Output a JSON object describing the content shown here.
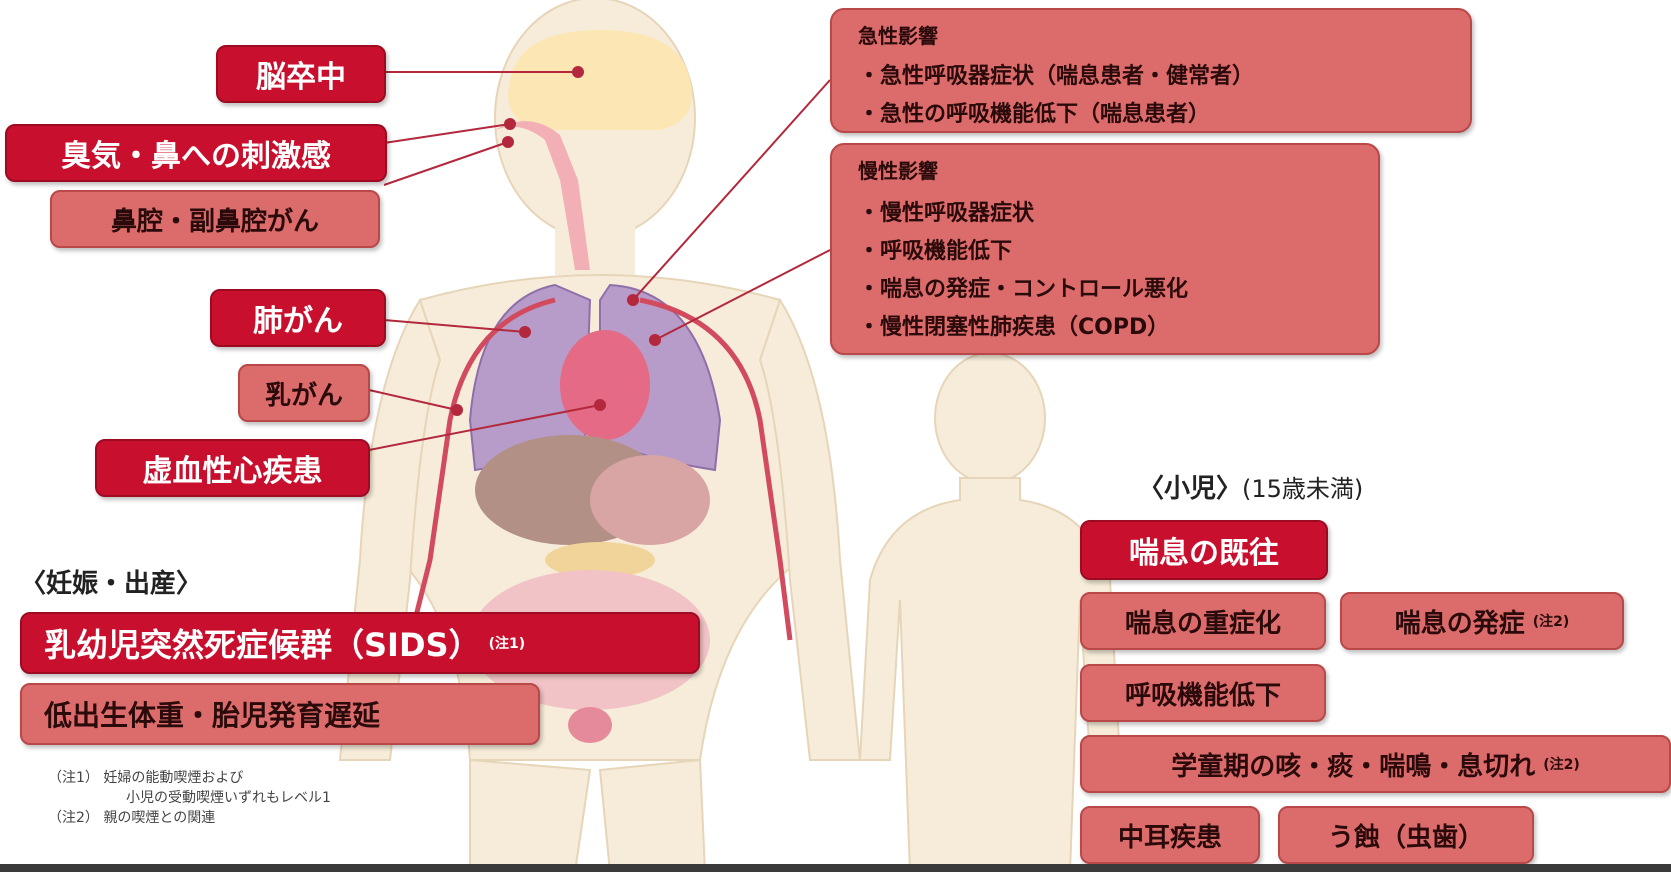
{
  "colors": {
    "strong_red": "#c8102e",
    "mid_red": "#dc6b6b",
    "line_red": "#b3283c",
    "body_fill": "#f6ecd9",
    "lung": "#b79bc8",
    "brain": "#fbe6b4"
  },
  "left_labels": {
    "stroke": "脳卒中",
    "odor": "臭気・鼻への刺激感",
    "nasal_cancer": "鼻腔・副鼻腔がん",
    "lung_cancer": "肺がん",
    "breast_cancer": "乳がん",
    "ischemic": "虚血性心疾患"
  },
  "acute": {
    "title": "急性影響",
    "items": [
      "・急性呼吸器症状（喘息患者・健常者）",
      "・急性の呼吸機能低下（喘息患者）"
    ]
  },
  "chronic": {
    "title": "慢性影響",
    "items": [
      "・慢性呼吸器症状",
      "・呼吸機能低下",
      "・喘息の発症・コントロール悪化",
      "・慢性閉塞性肺疾患（COPD）"
    ]
  },
  "pregnancy": {
    "section": "〈妊娠・出産〉",
    "sids": "乳幼児突然死症候群（SIDS）",
    "sids_note": "(注1)",
    "low_birth": "低出生体重・胎児発育遅延"
  },
  "child": {
    "section": "〈小児〉",
    "age": "(15歳未満)",
    "history": "喘息の既往",
    "severity": "喘息の重症化",
    "onset": "喘息の発症",
    "onset_note": "(注2)",
    "lung_func": "呼吸機能低下",
    "school": "学童期の咳・痰・喘鳴・息切れ",
    "school_note": "(注2)",
    "otitis": "中耳疾患",
    "caries": "う蝕（虫歯）"
  },
  "notes": {
    "n1_line1": "（注1） 妊婦の能動喫煙および",
    "n1_line2": "小児の受動喫煙いずれもレベル1",
    "n2": "（注2） 親の喫煙との関連"
  }
}
